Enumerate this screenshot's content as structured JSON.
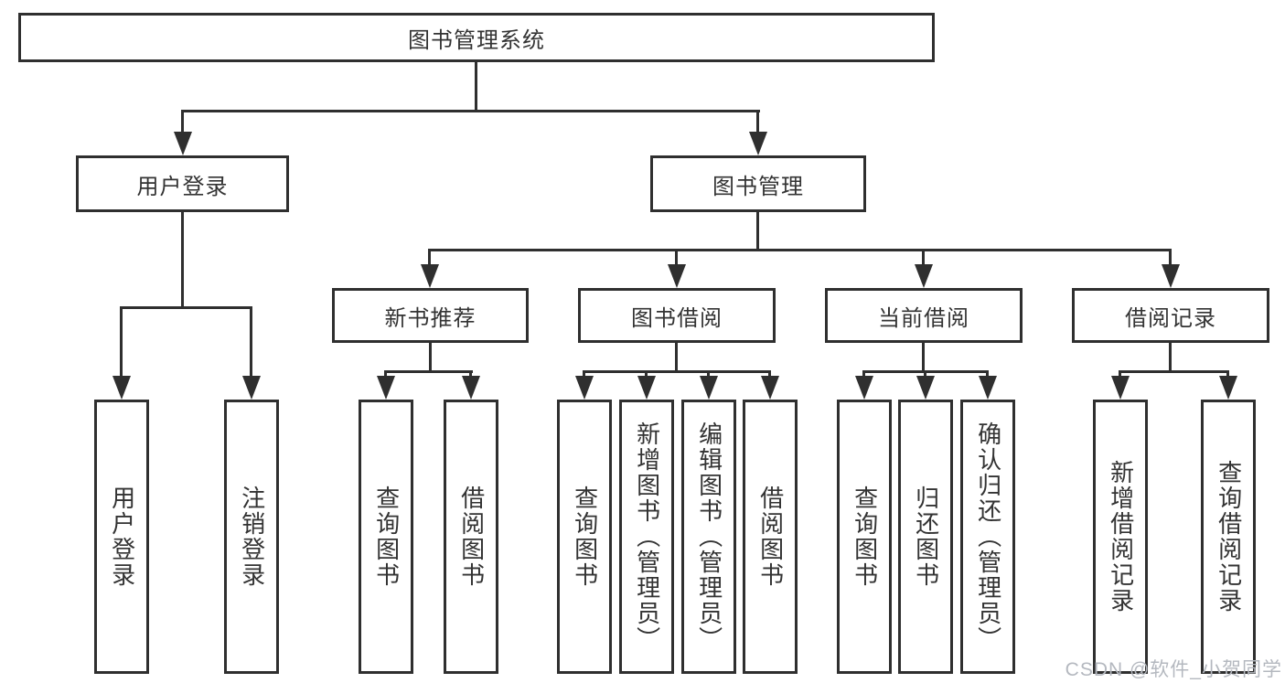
{
  "palette": {
    "line_color": "#2f2f2f",
    "text_color": "#333333",
    "background": "#ffffff",
    "watermark_color": "#b4b8bf"
  },
  "tree": {
    "label": "图书管理系统",
    "children": [
      {
        "label": "用户登录",
        "children": [
          {
            "label": "用户登录"
          },
          {
            "label": "注销登录"
          }
        ]
      },
      {
        "label": "图书管理",
        "children": [
          {
            "label": "新书推荐",
            "children": [
              {
                "label": "查询图书"
              },
              {
                "label": "借阅图书"
              }
            ]
          },
          {
            "label": "图书借阅",
            "children": [
              {
                "label": "查询图书"
              },
              {
                "label": "新增图书（管理员）"
              },
              {
                "label": "编辑图书（管理员）"
              },
              {
                "label": "借阅图书"
              }
            ]
          },
          {
            "label": "当前借阅",
            "children": [
              {
                "label": "查询图书"
              },
              {
                "label": "归还图书"
              },
              {
                "label": "确认归还（管理员）"
              }
            ]
          },
          {
            "label": "借阅记录",
            "children": [
              {
                "label": "新增借阅记录"
              },
              {
                "label": "查询借阅记录"
              }
            ]
          }
        ]
      }
    ]
  },
  "watermark": {
    "text": "CSDN @软件_小贺同学"
  }
}
